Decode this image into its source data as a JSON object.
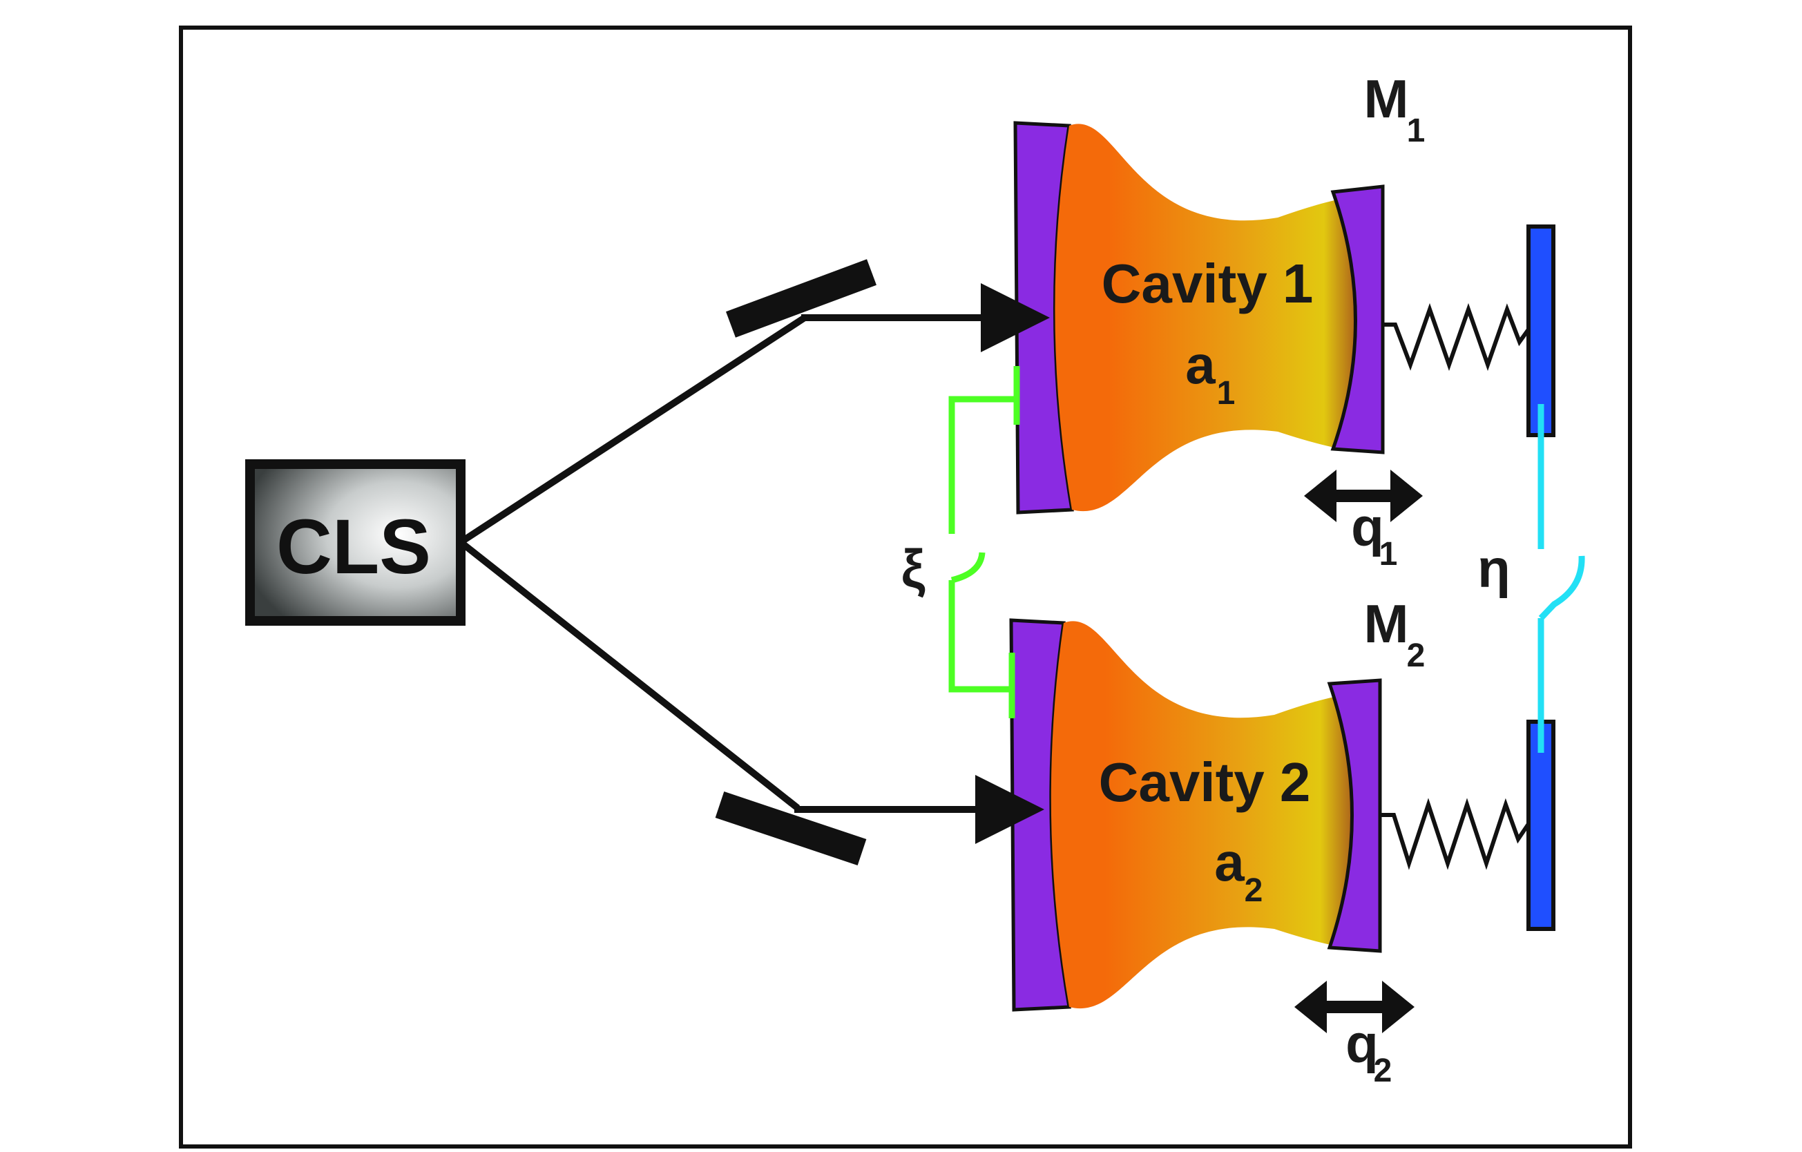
{
  "source": {
    "label": "CLS"
  },
  "cavity1": {
    "title": "Cavity 1",
    "mode_symbol": "a",
    "mode_sub": "1"
  },
  "cavity2": {
    "title": "Cavity 2",
    "mode_symbol": "a",
    "mode_sub": "2"
  },
  "mirror1": {
    "symbol": "M",
    "sub": "1",
    "disp_symbol": "q",
    "disp_sub": "1"
  },
  "mirror2": {
    "symbol": "M",
    "sub": "2",
    "disp_symbol": "q",
    "disp_sub": "2"
  },
  "photon_coupling": {
    "symbol": "ξ"
  },
  "phonon_coupling": {
    "symbol": "η"
  },
  "colors": {
    "frame": "#111111",
    "beam": "#111111",
    "mirror_purple": "#8a2be2",
    "cavity_orange": "#f46a0a",
    "cavity_yellow": "#e2c810",
    "coupling_green": "#4dff24",
    "coupling_cyan": "#22e0f5",
    "resonator_blue": "#1f4fff"
  },
  "icons": [
    "cls-source-box",
    "beam-splitter-mirror",
    "arrow-icon",
    "double-arrow-icon",
    "spring",
    "brace"
  ]
}
